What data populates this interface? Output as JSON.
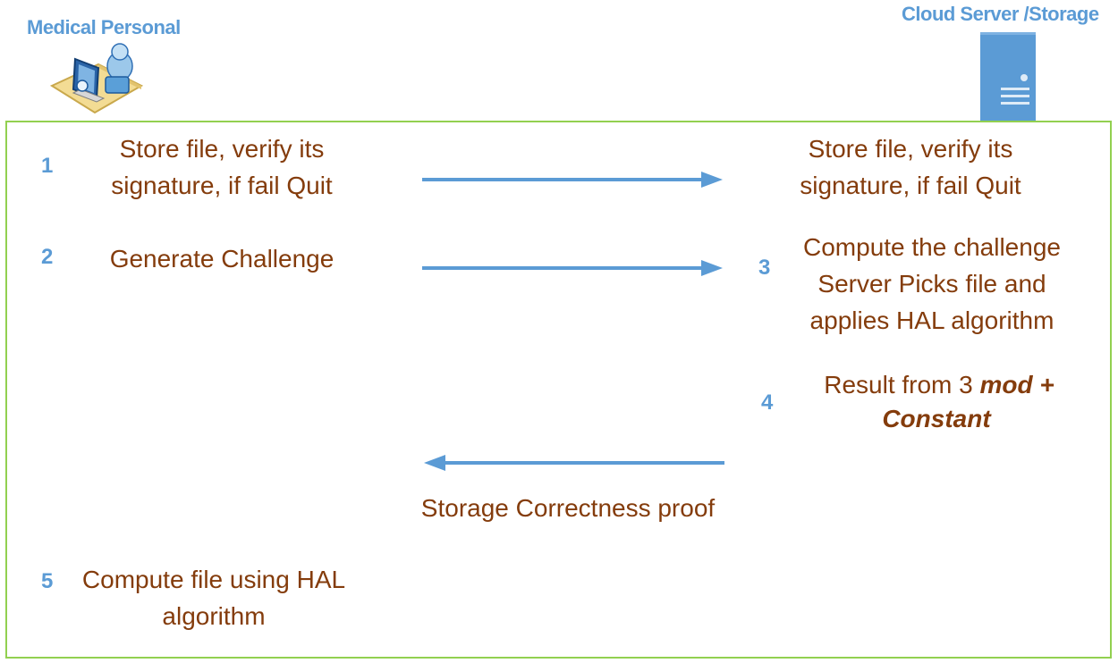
{
  "headers": {
    "left": "Medical Personal",
    "right": "Cloud Server /Storage"
  },
  "steps": {
    "s1": {
      "num": "1",
      "line1": "Store file, verify  its",
      "line2": "signature, if fail Quit"
    },
    "s1r": {
      "line1": "Store file, verify  its",
      "line2": "signature, if fail Quit"
    },
    "s2": {
      "num": "2",
      "text": "Generate Challenge"
    },
    "s3": {
      "num": "3",
      "line1": "Compute the challenge",
      "line2": "Server Picks file and",
      "line3": "applies HAL algorithm"
    },
    "s4": {
      "num": "4",
      "prefix": "Result from 3 ",
      "emph1": "mod +",
      "emph2": "Constant"
    },
    "proof": {
      "text": "Storage Correctness proof"
    },
    "s5": {
      "num": "5",
      "line1": "Compute file using HAL",
      "line2": "algorithm"
    }
  },
  "icons": {
    "left": "medical-personnel-at-computer-icon",
    "right": "server-tower-icon"
  },
  "colors": {
    "header": "#5b9bd5",
    "step_number": "#5b9bd5",
    "text": "#843c0c",
    "frame": "#92d050",
    "arrow": "#5b9bd5"
  }
}
